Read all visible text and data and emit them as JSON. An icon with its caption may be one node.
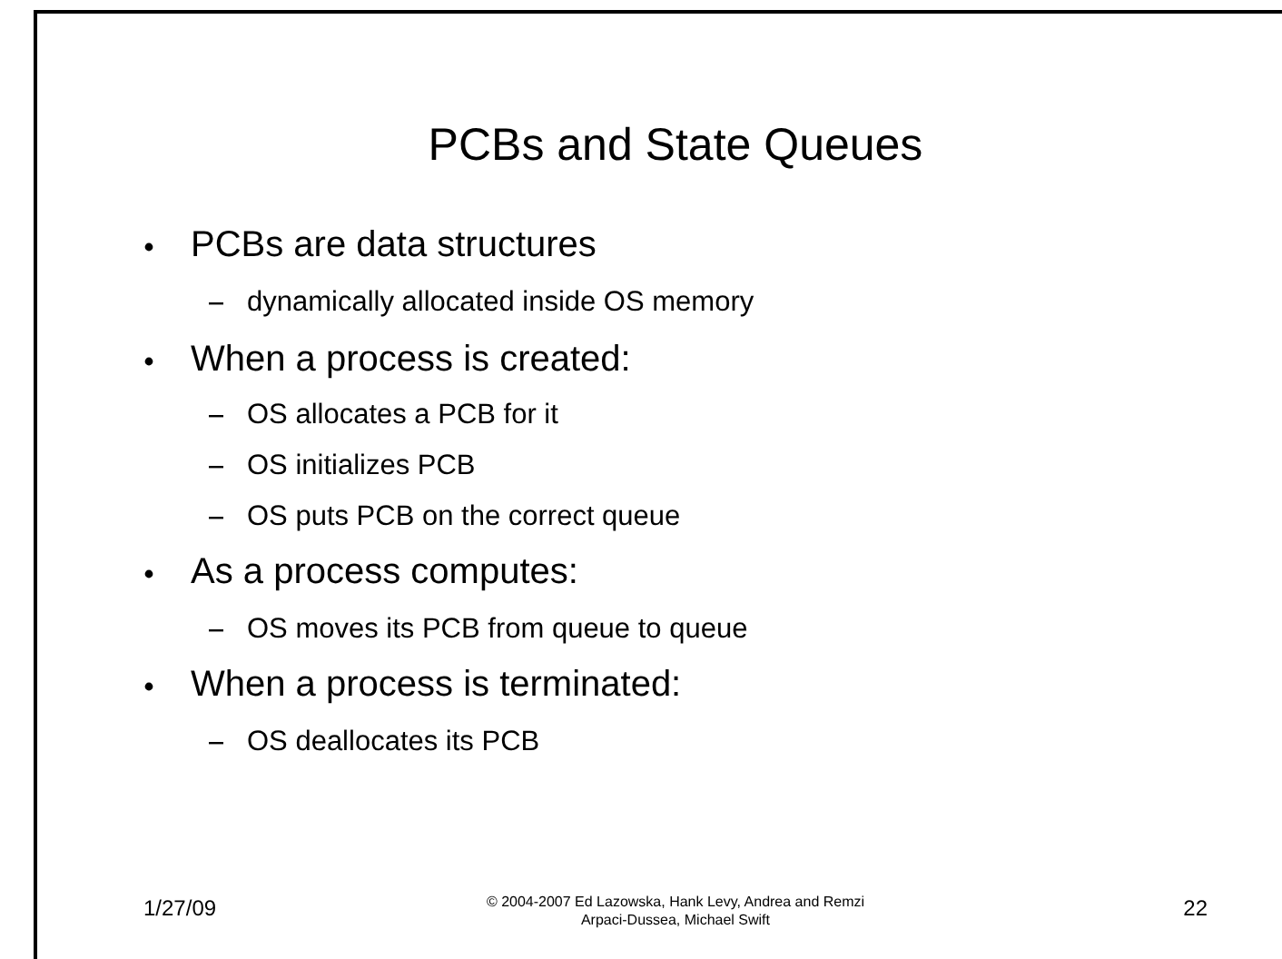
{
  "diagram": {
    "title": "PCBs and State Queues",
    "labels": [
      "PCBs are data structures",
      "dynamically allocated inside OS memory",
      "When a process is created:",
      "OS allocates a PCB for it",
      "OS initializes PCB",
      "OS puts PCB on the correct queue",
      "As a process computes:",
      "OS moves its PCB from queue to queue",
      "When a process is terminated:",
      "OS deallocates its PCB",
      "1/27/09",
      "© 2004-2007 Ed Lazowska, Hank Levy, Andrea and Remzi Arpaci-Dussea, Michael Swift",
      "22"
    ]
  }
}
